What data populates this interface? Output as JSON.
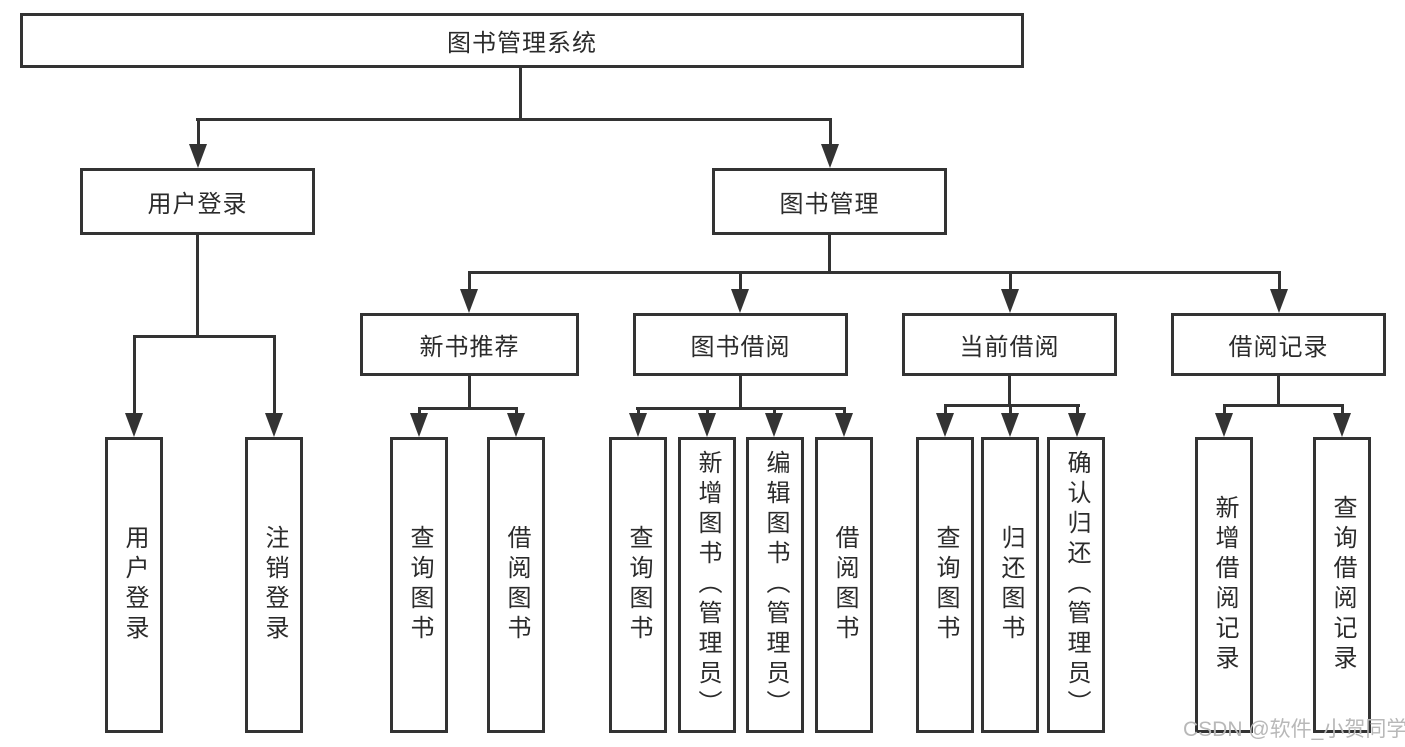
{
  "diagram": {
    "root": "图书管理系统",
    "level2": {
      "user_login": "用户登录",
      "book_mgmt": "图书管理"
    },
    "level3": {
      "new_book": "新书推荐",
      "book_borrow": "图书借阅",
      "current_borrow": "当前借阅",
      "borrow_record": "借阅记录"
    },
    "leaves": {
      "user_login": "用户登录",
      "logout": "注销登录",
      "nb_query": "查询图书",
      "nb_borrow": "借阅图书",
      "bb_query": "查询图书",
      "bb_add": "新增图书（管理员）",
      "bb_edit": "编辑图书（管理员）",
      "bb_borrow": "借阅图书",
      "cb_query": "查询图书",
      "cb_return": "归还图书",
      "cb_confirm": "确认归还（管理员）",
      "br_add": "新增借阅记录",
      "br_query": "查询借阅记录"
    }
  },
  "watermark": "CSDN @软件_小贺同学",
  "colors": {
    "line": "#333333",
    "text": "#2b2b2b",
    "watermark": "#b8b8b8"
  }
}
